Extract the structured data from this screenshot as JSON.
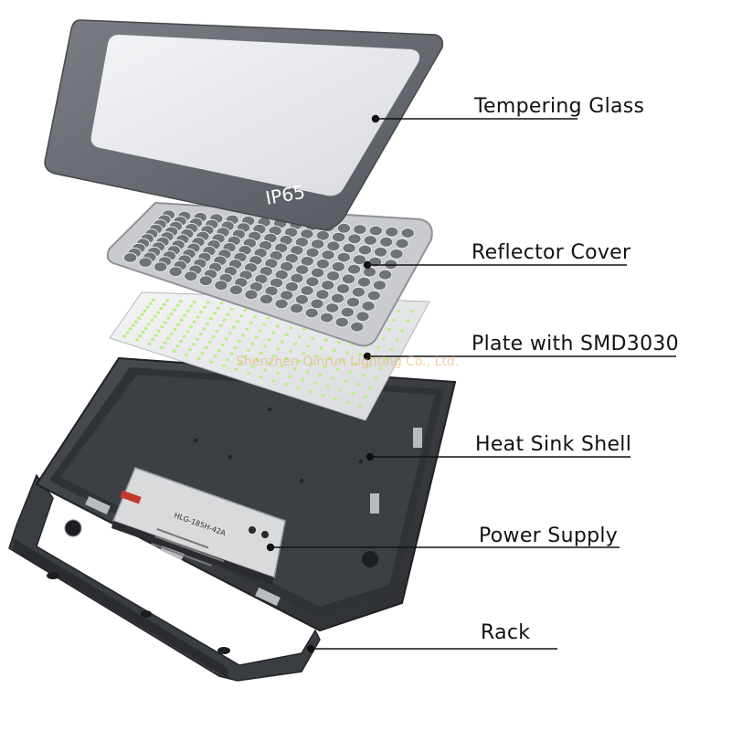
{
  "parts": [
    {
      "label": "Tempering Glass"
    },
    {
      "label": "Reflector Cover"
    },
    {
      "label": "Plate with SMD3030"
    },
    {
      "label": "Heat Sink Shell"
    },
    {
      "label": "Power Supply"
    },
    {
      "label": "Rack"
    }
  ],
  "glass_badge": "IP65",
  "driver_model": "HLG-185H-42A",
  "watermark": "Shenzhen Qinrun Lighting Co., Ltd.",
  "colors": {
    "housing": "#3c3f44",
    "glass_frame": "#6d7076",
    "reflector": "#c9cbcf",
    "led_board": "#e7e8ea",
    "led_chip": "#b9f07a",
    "driver": "#d8dadc"
  }
}
